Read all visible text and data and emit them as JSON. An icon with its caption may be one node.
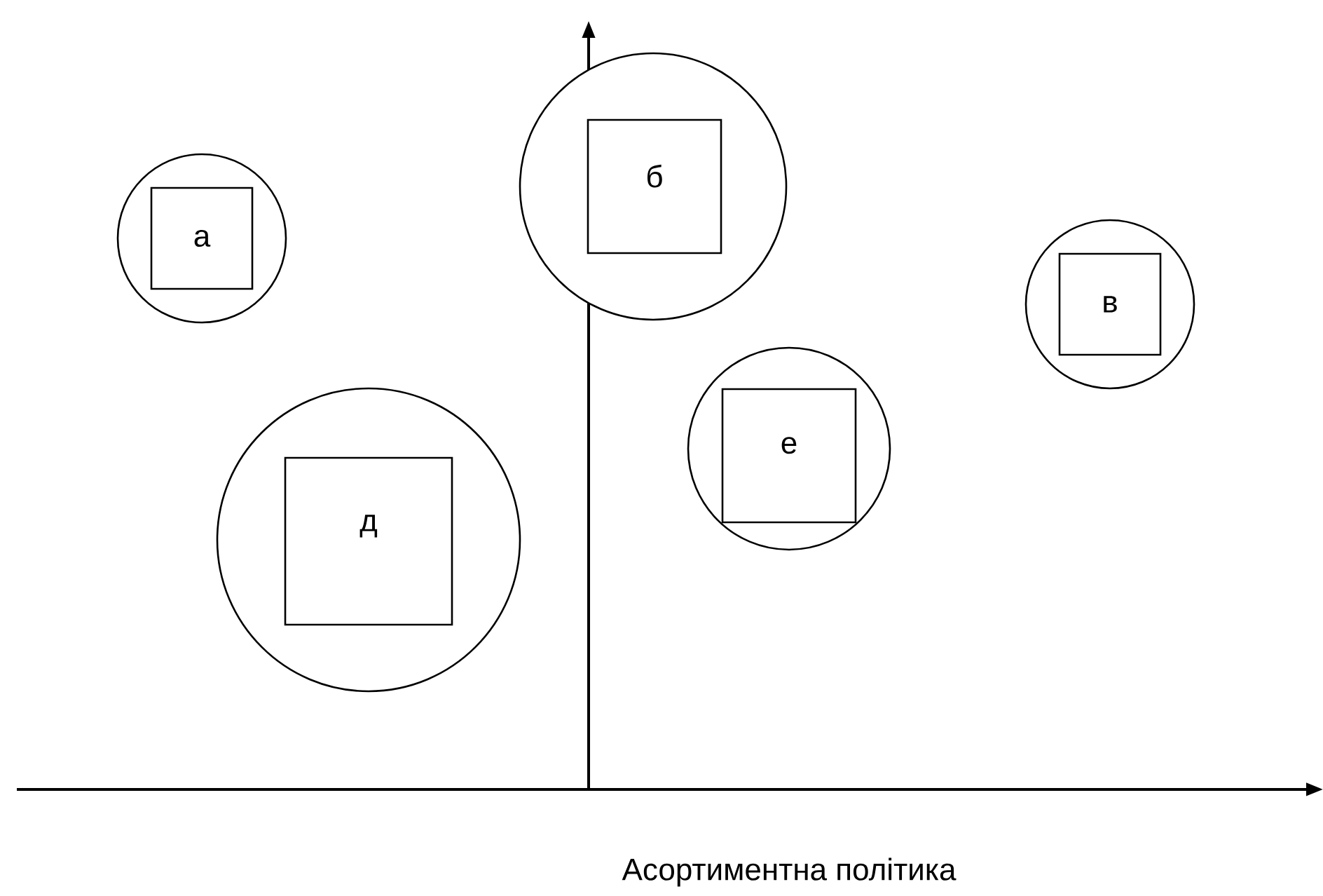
{
  "diagram": {
    "nodes": [
      {
        "text": [],
        "shape": "circle"
      },
      {
        "text": [
          "а"
        ],
        "in": 0
      },
      {
        "text": [],
        "shape": "circle"
      },
      {
        "text": [
          "б"
        ],
        "in": 2
      },
      {
        "text": [],
        "shape": "circle"
      },
      {
        "text": [
          "в"
        ],
        "in": 4
      },
      {
        "text": [],
        "shape": "circle"
      },
      {
        "text": [
          "д"
        ],
        "in": 6
      },
      {
        "text": [],
        "shape": "circle"
      },
      {
        "text": [
          "е"
        ],
        "in": 8
      }
    ],
    "labels": [
      "Асортиментна політика"
    ]
  }
}
